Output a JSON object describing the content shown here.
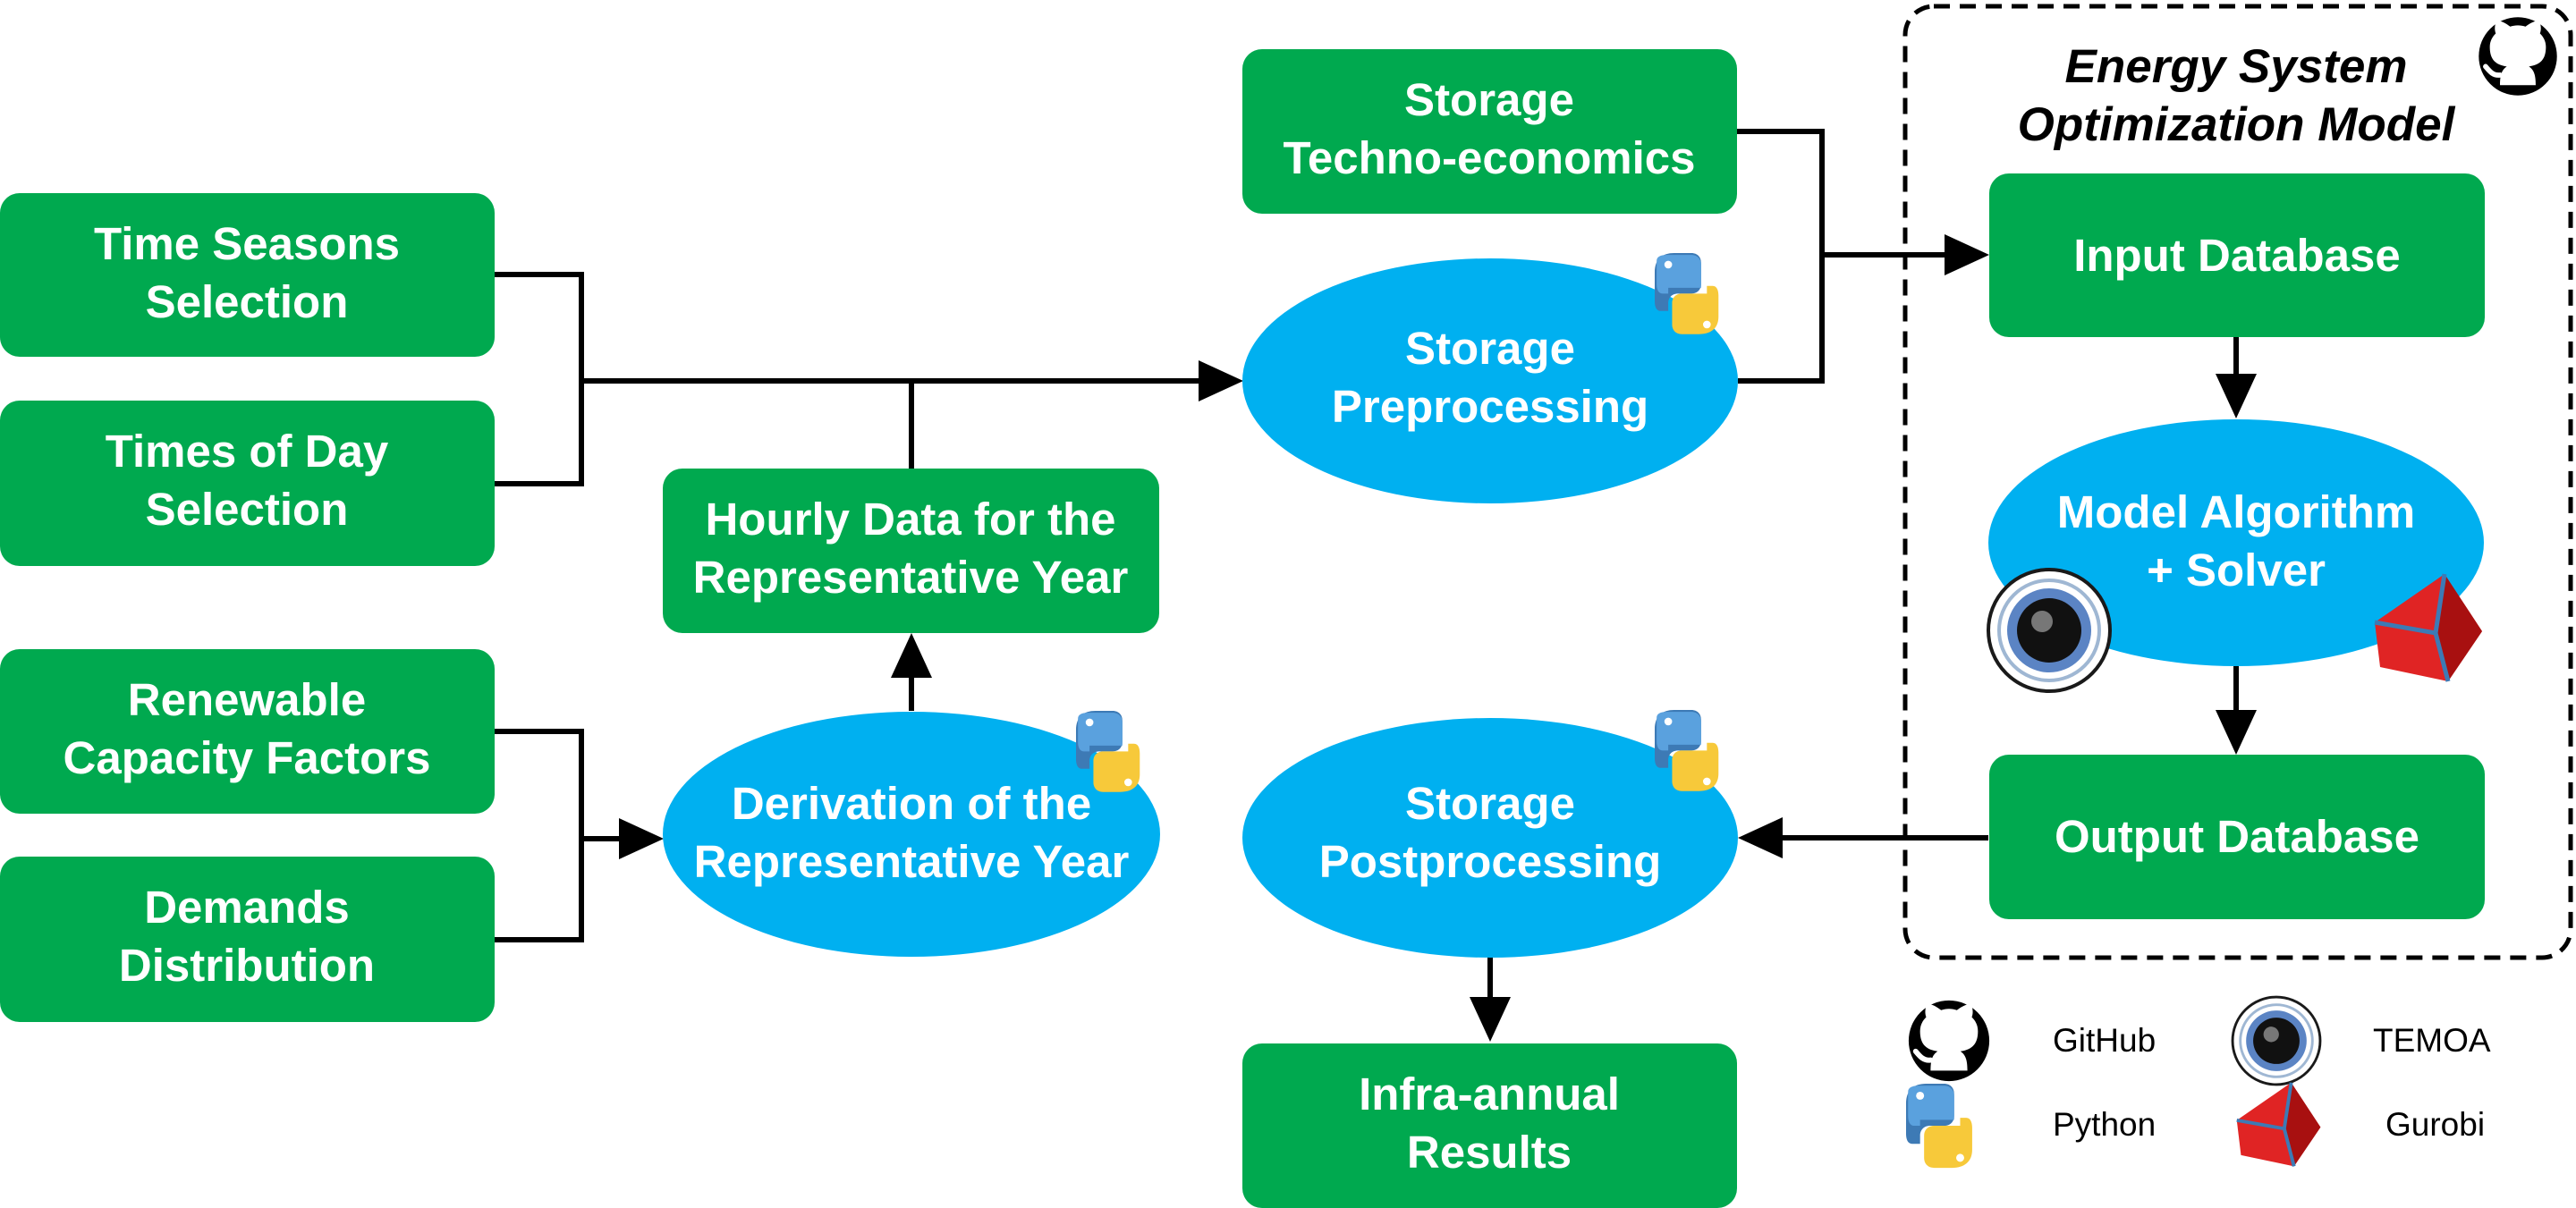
{
  "colors": {
    "process_box": "#00a94f",
    "process_ellipse": "#00b0f0",
    "text": "#ffffff"
  },
  "nodes": {
    "time_seasons": {
      "line1": "Time Seasons",
      "line2": "Selection"
    },
    "times_of_day": {
      "line1": "Times of Day",
      "line2": "Selection"
    },
    "renewable": {
      "line1": "Renewable",
      "line2": "Capacity Factors"
    },
    "demands": {
      "line1": "Demands",
      "line2": "Distribution"
    },
    "hourly_data": {
      "line1": "Hourly Data for the",
      "line2": "Representative Year"
    },
    "derivation": {
      "line1": "Derivation of the",
      "line2": "Representative Year"
    },
    "storage_techno": {
      "line1": "Storage",
      "line2": "Techno-economics"
    },
    "storage_pre": {
      "line1": "Storage",
      "line2": "Preprocessing"
    },
    "storage_post": {
      "line1": "Storage",
      "line2": "Postprocessing"
    },
    "infra_annual": {
      "line1": "Infra-annual",
      "line2": "Results"
    },
    "input_db": {
      "line1": "Input Database"
    },
    "model_algo": {
      "line1": "Model Algorithm",
      "line2": "+ Solver"
    },
    "output_db": {
      "line1": "Output Database"
    }
  },
  "group": {
    "title_line1": "Energy System",
    "title_line2": "Optimization Model",
    "icon": "github-icon"
  },
  "legend": [
    {
      "icon": "github-icon",
      "label": "GitHub"
    },
    {
      "icon": "temoa-icon",
      "label": "TEMOA"
    },
    {
      "icon": "python-icon",
      "label": "Python"
    },
    {
      "icon": "gurobi-icon",
      "label": "Gurobi"
    }
  ]
}
